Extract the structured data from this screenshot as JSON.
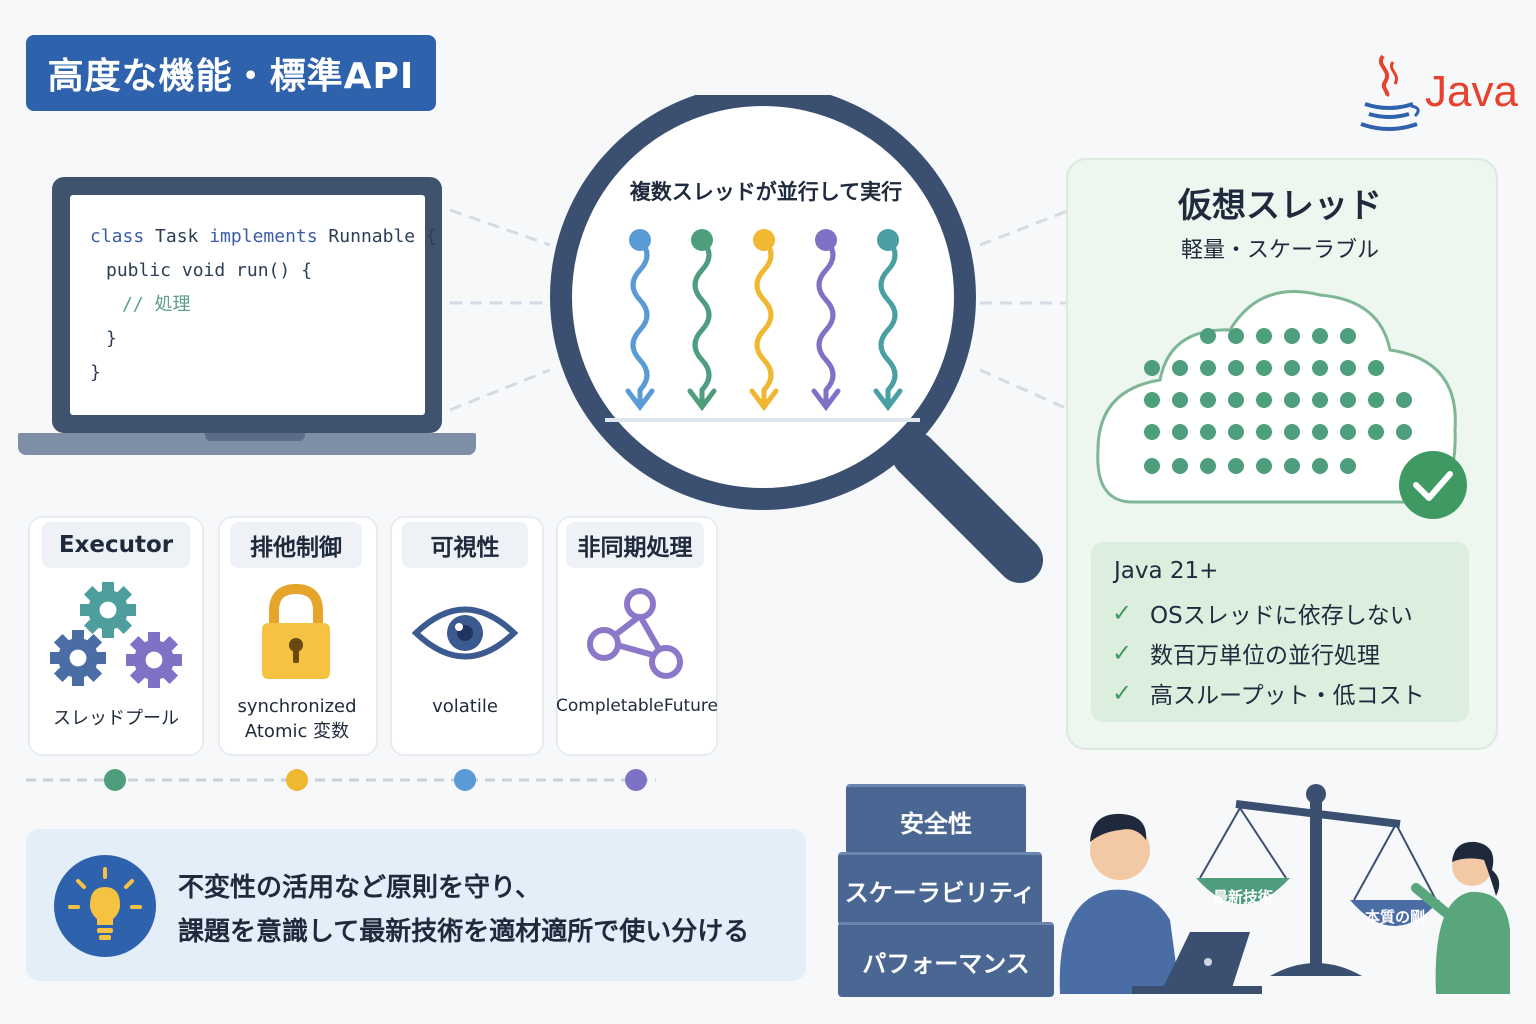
{
  "title": "高度な機能・標準API",
  "logo": {
    "text": "Java",
    "icon": "java-coffee-cup-icon",
    "color": "#e8412c"
  },
  "code": {
    "line1_a": "class",
    "line1_b": " Task ",
    "line1_c": "implements",
    "line1_d": " Runnable {",
    "line2": "public void run() {",
    "line3": "// 処理",
    "line4": "}",
    "line5": "}"
  },
  "magnifier": {
    "caption": "複数スレッドが並行して実行",
    "thread_colors": [
      "#5b9bd5",
      "#4e9e7e",
      "#f0b731",
      "#7d72c6",
      "#4a9fa3"
    ]
  },
  "virtual_threads": {
    "title": "仮想スレッド",
    "subtitle": "軽量・スケーラブル",
    "version": "Java 21+",
    "points": [
      "OSスレッドに依存しない",
      "数百万単位の並行処理",
      "高スループット・低コスト"
    ]
  },
  "features": [
    {
      "title": "Executor",
      "caption": "スレッドプール",
      "icon": "gears-icon",
      "dot_color": "#4e9e7e"
    },
    {
      "title": "排他制御",
      "caption_1": "synchronized",
      "caption_2": "Atomic 変数",
      "icon": "padlock-icon",
      "dot_color": "#f0b731"
    },
    {
      "title": "可視性",
      "caption": "volatile",
      "icon": "eye-icon",
      "dot_color": "#5b9bd5"
    },
    {
      "title": "非同期処理",
      "caption": "CompletableFuture",
      "icon": "network-nodes-icon",
      "dot_color": "#7d72c6"
    }
  ],
  "callout": {
    "line1": "不変性の活用など原則を守り、",
    "line2": "課題を意識して最新技術を適材適所で使い分ける",
    "icon": "lightbulb-icon"
  },
  "stack": [
    "安全性",
    "スケーラビリティ",
    "パフォーマンス"
  ],
  "scale": {
    "left_pan": "最新技術",
    "right_pan": "本質の剛"
  }
}
